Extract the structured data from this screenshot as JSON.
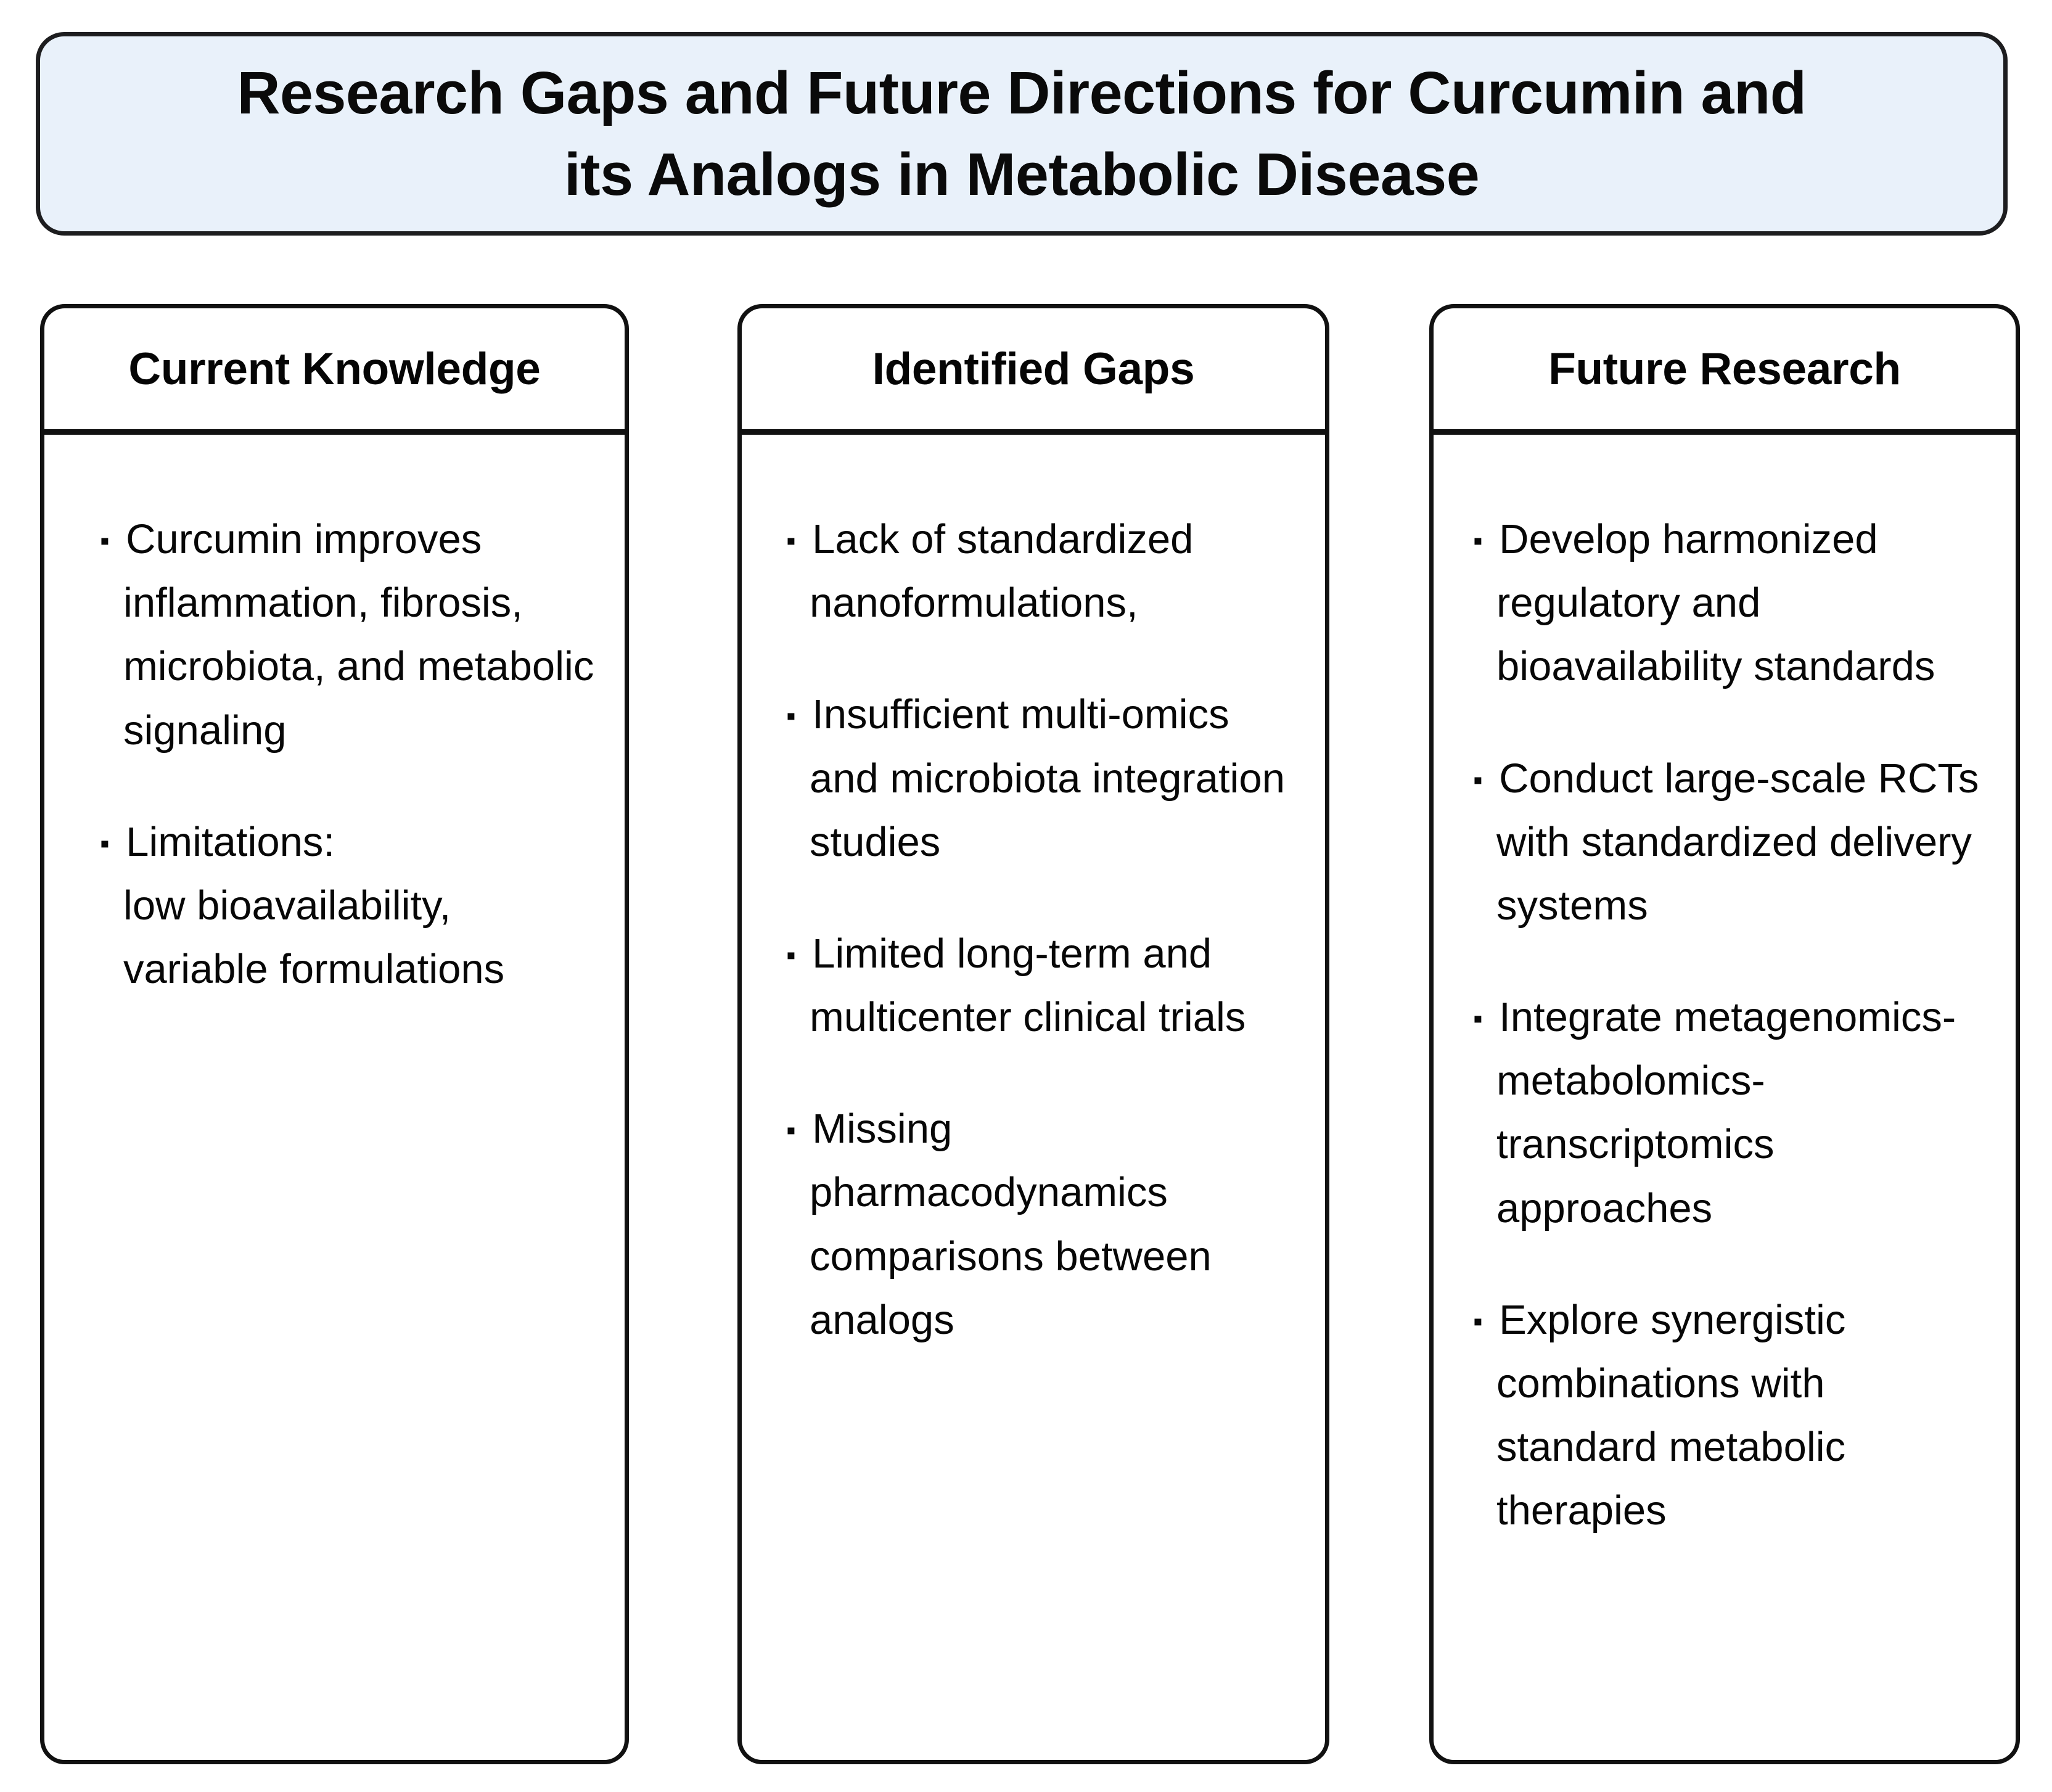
{
  "title": {
    "text": "Research Gaps and Future Directions for Curcumin and\nits Analogs in Metabolic Disease",
    "background_color": "#e9f1fa",
    "border_color": "#1d1d1f"
  },
  "bullet_marker": "▪",
  "columns": [
    {
      "id": "current-knowledge",
      "header": "Current Knowledge",
      "bullets": [
        "Curcumin improves inflammation, fibrosis, microbiota, and metabolic signaling",
        "Limitations:\nlow bioavailability,\nvariable formulations"
      ]
    },
    {
      "id": "identified-gaps",
      "header": "Identified Gaps",
      "bullets": [
        "Lack of standardized nanoformulations,",
        "Insufficient multi-omics and microbiota integration studies",
        "Limited long-term and multicenter clinical trials",
        "Missing pharmacodynamics comparisons between analogs"
      ]
    },
    {
      "id": "future-research",
      "header": "Future Research",
      "bullets": [
        "Develop harmonized regulatory and bioavailability standards",
        "Conduct large-scale RCTs with standardized delivery systems",
        "Integrate metagenomics-metabolomics-transcriptomics approaches",
        "Explore synergistic combinations with standard  metabolic therapies"
      ]
    }
  ]
}
